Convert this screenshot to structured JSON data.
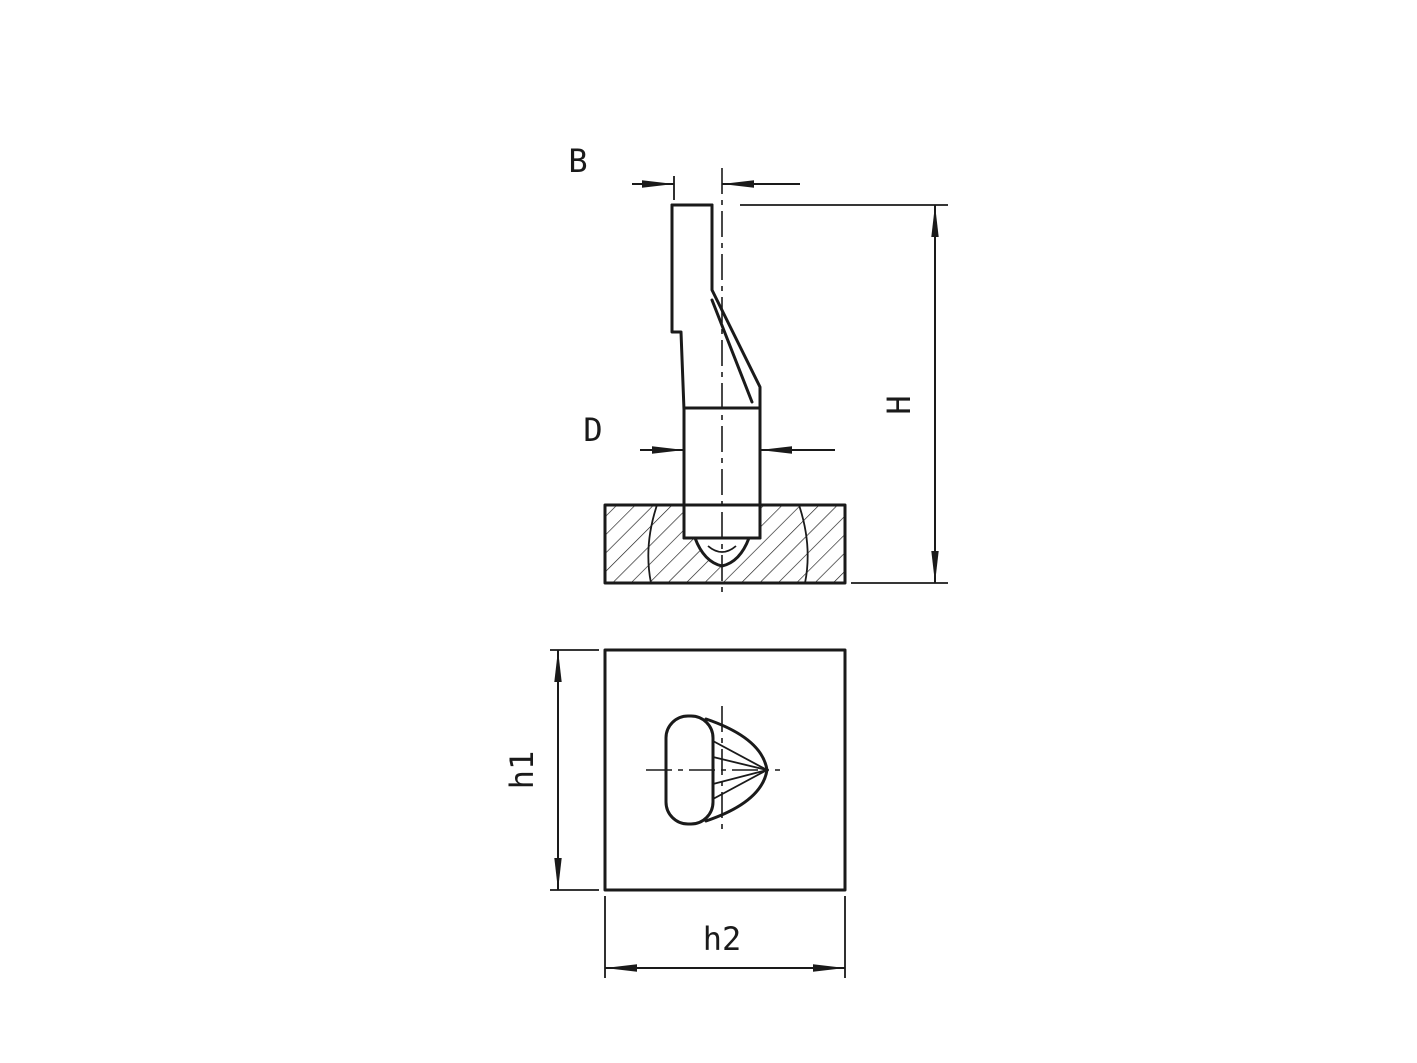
{
  "drawing": {
    "type": "technical-drawing",
    "views": {
      "front": "front-section-view",
      "plan": "bottom-plan-view"
    },
    "labels": {
      "B": "B",
      "D": "D",
      "H": "H",
      "h1": "h1",
      "h2": "h2"
    },
    "colors": {
      "line": "#1a1a1a",
      "background": "#ffffff"
    }
  }
}
